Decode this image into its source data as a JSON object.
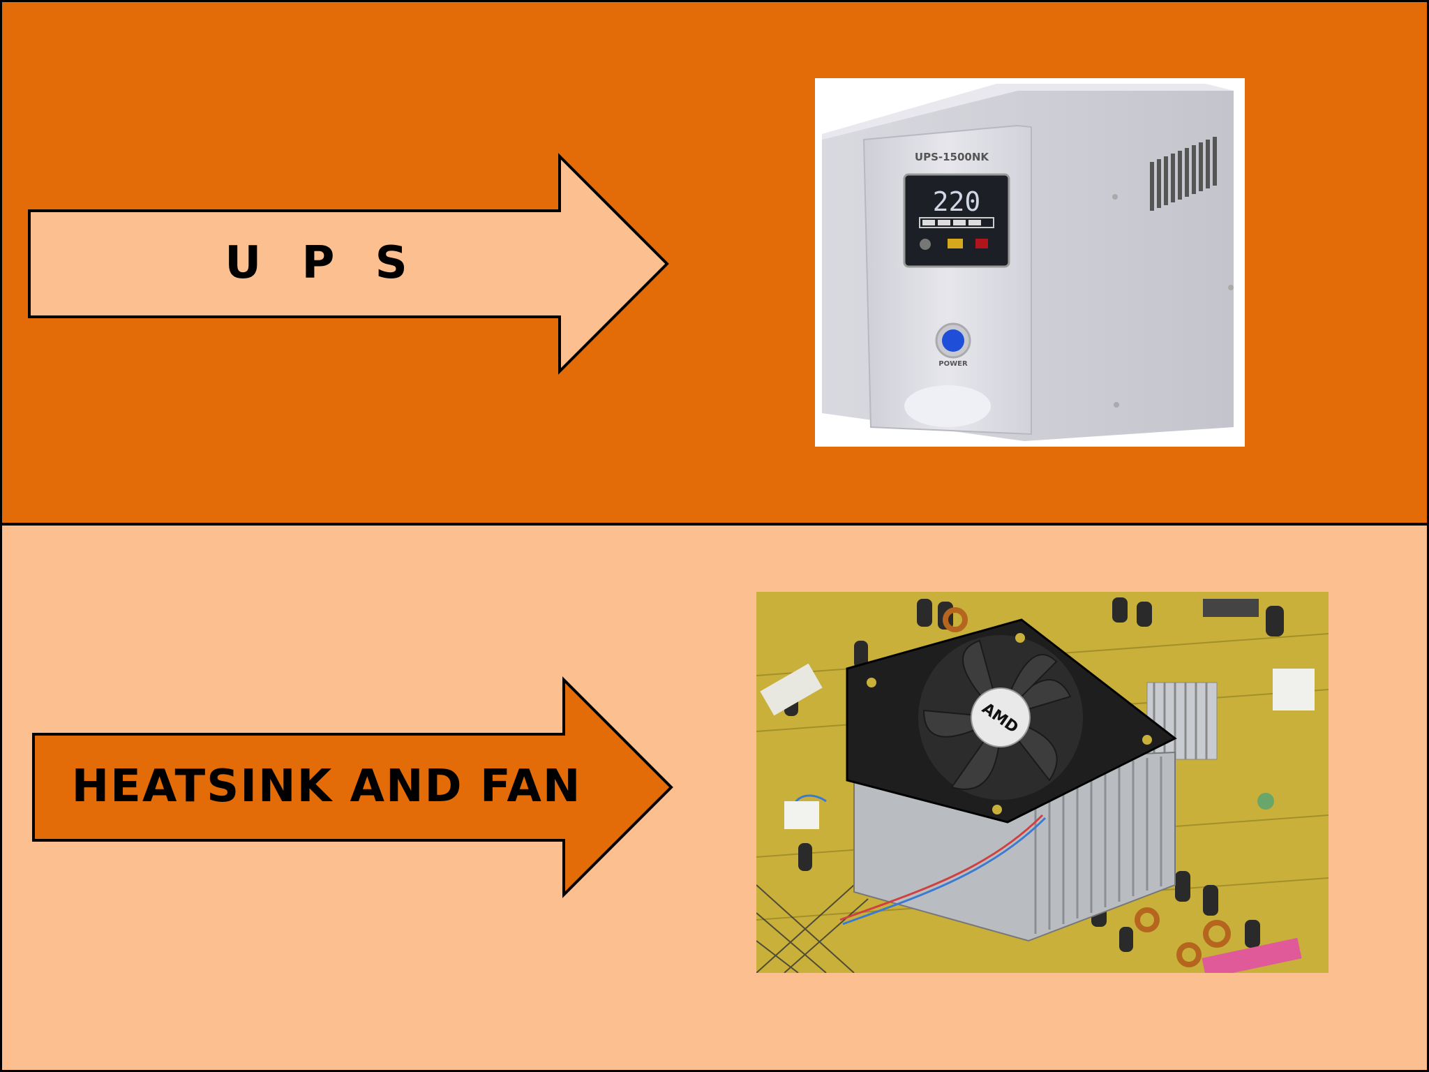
{
  "slide": {
    "colors": {
      "orange": "#E36C09",
      "peach": "#FBBF90",
      "outline": "#000000"
    },
    "top": {
      "arrow_label": "U P S",
      "photo": {
        "device_model": "UPS-1500NK",
        "display_value": "220",
        "button_label": "POWER"
      }
    },
    "bottom": {
      "arrow_label": "HEATSINK AND FAN",
      "photo": {
        "fan_logo": "AMD"
      }
    }
  }
}
